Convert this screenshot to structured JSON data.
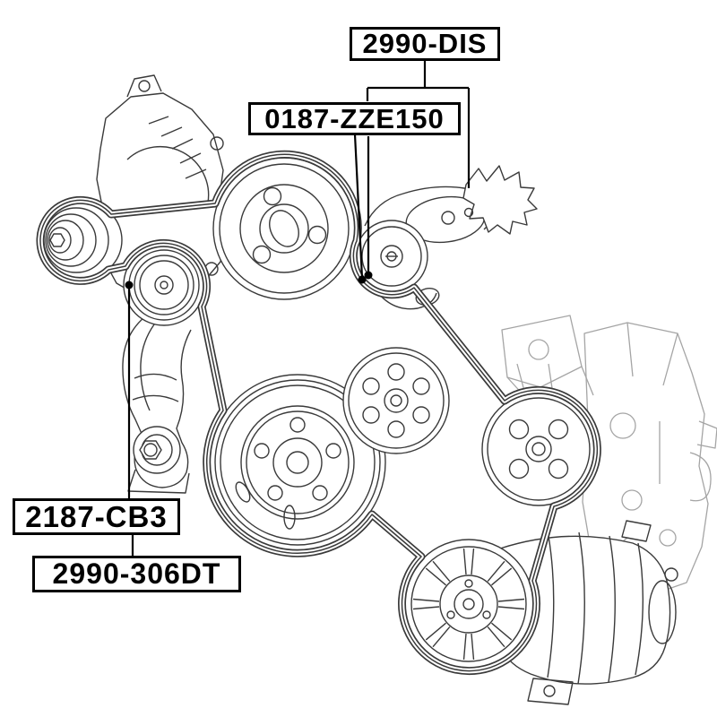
{
  "colors": {
    "background": "#ffffff",
    "line": "#3a3a3a",
    "ghost": "#a5a5a5",
    "label_text": "#000000",
    "label_border": "#000000",
    "leader": "#000000"
  },
  "labels": [
    {
      "text": "2990-DIS"
    },
    {
      "text": "0187-ZZE150"
    },
    {
      "text": "2187-CB3"
    },
    {
      "text": "2990-306DT"
    }
  ]
}
